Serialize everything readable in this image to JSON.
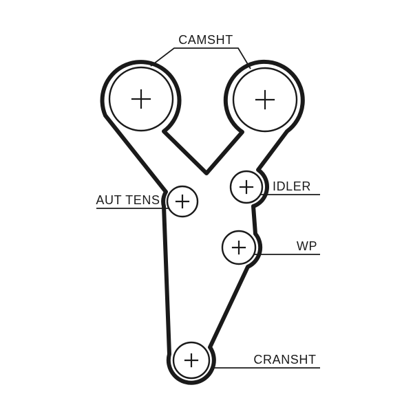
{
  "diagram": {
    "type": "timing-belt-routing",
    "background_color": "#ffffff",
    "line_color": "#1a1a1a",
    "labels": {
      "camshaft": "CAMSHT",
      "tensioner": "AUT TENS",
      "idler": "IDLER",
      "water_pump": "WP",
      "crankshaft": "CRANSHT"
    },
    "pulley_marker": "+"
  }
}
